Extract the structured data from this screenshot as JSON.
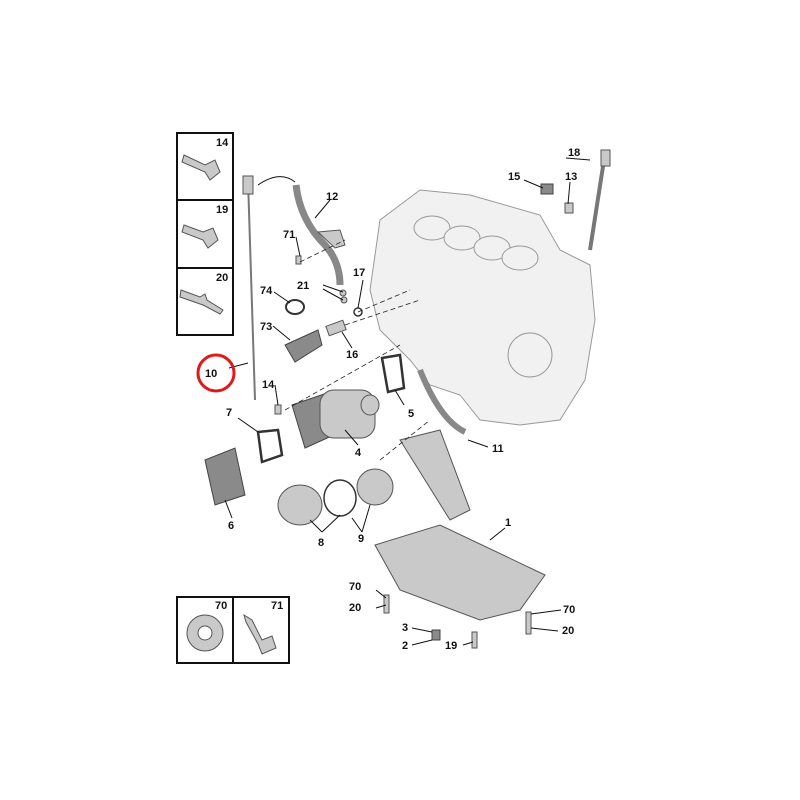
{
  "highlight_color": "#e0191b",
  "highlighted_part": "10",
  "inset_top": {
    "labels": [
      "14",
      "19",
      "20"
    ]
  },
  "inset_bottom": {
    "labels": [
      "70",
      "71"
    ]
  },
  "callouts": {
    "c18": "18",
    "c15": "15",
    "c13": "13",
    "c12": "12",
    "c71": "71",
    "c21": "21",
    "c17": "17",
    "c74": "74",
    "c73": "73",
    "c16": "16",
    "c10": "10",
    "c14": "14",
    "c7": "7",
    "c5": "5",
    "c4": "4",
    "c11": "11",
    "c6": "6",
    "c8": "8",
    "c9": "9",
    "c1": "1",
    "c70a": "70",
    "c20a": "20",
    "c3": "3",
    "c2": "2",
    "c19": "19",
    "c70b": "70",
    "c20b": "20"
  }
}
